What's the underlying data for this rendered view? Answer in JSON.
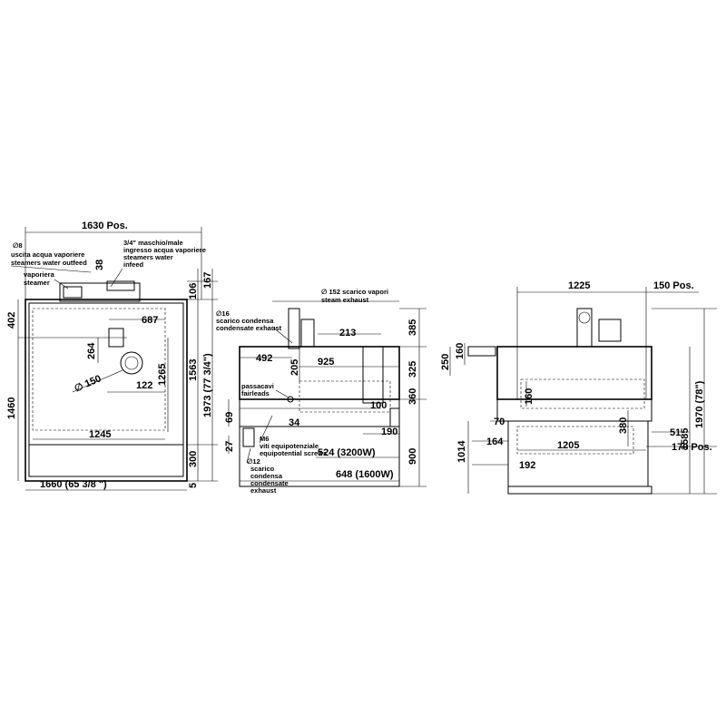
{
  "front_view": {
    "width_pos": "1630 Pos.",
    "d8_symbol": "∅8",
    "water_outfeed_it": "uscita acqua vaporiere",
    "water_outfeed_en": "steamers water outfeed",
    "steamer_it": "vaporiera",
    "steamer_en": "steamer",
    "dim_38": "38",
    "water_infeed_1": "3/4\" maschio/male",
    "water_infeed_2": "ingresso acqua vaporiere",
    "water_infeed_3": "steamers water",
    "water_infeed_4": "infeed",
    "dim_106": "106",
    "dim_167": "167",
    "dim_402": "402",
    "dim_687": "687",
    "dim_264": "264",
    "dim_150": "∅ 150",
    "dim_122": "122",
    "dim_1265": "1265",
    "dim_1563": "1563",
    "dim_1973": "1973 (77 3/4\")",
    "dim_1460": "1460",
    "dim_1245": "1245",
    "dim_300": "300",
    "dim_5": "5",
    "width_total": "1660 (65 3/8 \")"
  },
  "side_view": {
    "exhaust_1": "∅ 152 scarico vapori",
    "exhaust_2": "steam exhaust",
    "d16_1": "∅16",
    "d16_2": "scarico condensa",
    "d16_3": "condensate exhaust",
    "dim_385": "385",
    "dim_213": "213",
    "dim_492": "492",
    "dim_205": "205",
    "dim_925": "925",
    "dim_325": "325",
    "fairleads_it": "passacavi",
    "fairleads_en": "fairleads",
    "dim_360": "360",
    "dim_100": "100",
    "dim_69": "69",
    "dim_34": "34",
    "dim_190": "190",
    "dim_27": "27",
    "m6_1": "M6",
    "m6_2": "viti equipotenziale",
    "m6_3": "equipotential screws",
    "d12_1": "∅12",
    "d12_2": "scarico",
    "d12_3": "condensa",
    "d12_4": "condensate",
    "d12_5": "exhaust",
    "dim_524": "524 (3200W)",
    "dim_648": "648 (1600W)",
    "dim_900": "900"
  },
  "right_view": {
    "dim_1225": "1225",
    "dim_150pos": "150 Pos.",
    "dim_250": "250",
    "dim_160a": "160",
    "dim_160b": "160",
    "dim_70": "70",
    "dim_380": "380",
    "dim_51": "51",
    "dim_164": "164",
    "dim_1205": "1205",
    "dim_170pos": "170 Pos.",
    "dim_1014": "1014",
    "dim_192": "192",
    "dim_1585": "1585",
    "dim_1970": "1970 (78\")"
  }
}
